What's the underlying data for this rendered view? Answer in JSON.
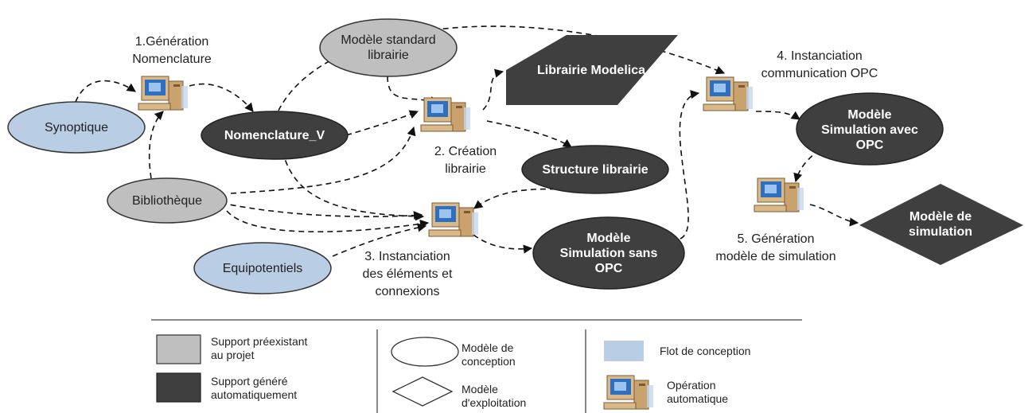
{
  "diagram": {
    "nodes": {
      "synoptique": "Synoptique",
      "bibliotheque": "Bibliothèque",
      "equipotentiels": "Equipotentiels",
      "modele_standard": "Modèle standard\nlibrairie",
      "nomenclature_v": "Nomenclature_V",
      "librairie_modelica": "Librairie Modelica",
      "structure_librairie": "Structure librairie",
      "modele_sans_opc": "Modèle\nSimulation sans\nOPC",
      "modele_avec_opc": "Modèle\nSimulation avec\nOPC",
      "modele_de_simulation": "Modèle de\nsimulation"
    },
    "steps": {
      "step1": "1.Génération\nNomenclature",
      "step2": "2. Création\nlibrairie",
      "step3": "3. Instanciation\ndes éléments et\nconnexions",
      "step4": "4. Instanciation\ncommunication OPC",
      "step5": "5. Génération\nmodèle de simulation"
    }
  },
  "legend": {
    "preexistant": "Support préexistant\nau projet",
    "genere": "Support généré\nautomatiquement",
    "modele_conception": "Modèle de\nconception",
    "modele_exploitation": "Modèle\nd'exploitation",
    "flot_conception": "Flot de conception",
    "operation_automatique": "Opération\nautomatique"
  },
  "colors": {
    "light_blue": "#b9cde5",
    "gray": "#bfbfbf",
    "dark": "#3f3f3f"
  }
}
